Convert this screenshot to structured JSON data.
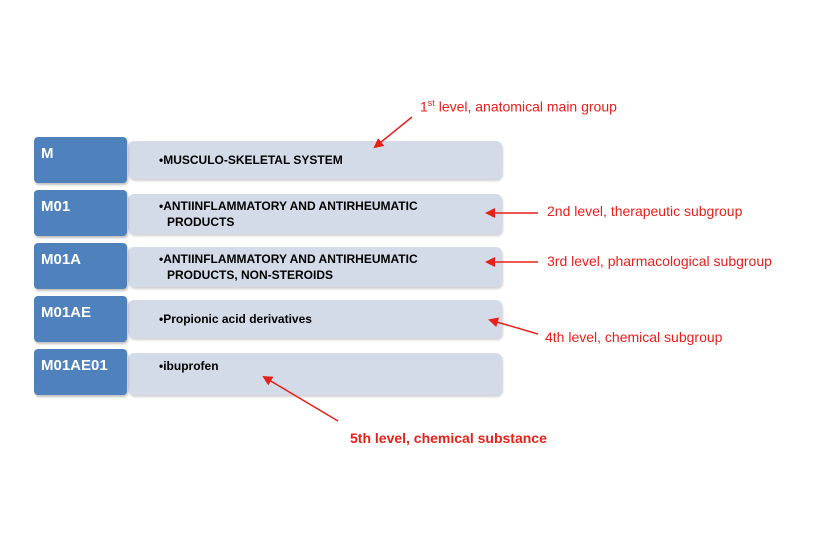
{
  "levels": [
    {
      "code": "M",
      "lines": [
        "•MUSCULO-SKELETAL SYSTEM"
      ]
    },
    {
      "code": "M01",
      "lines": [
        "•ANTIINFLAMMATORY AND ANTIRHEUMATIC",
        "PRODUCTS"
      ]
    },
    {
      "code": "M01A",
      "lines": [
        "•ANTIINFLAMMATORY AND ANTIRHEUMATIC",
        "PRODUCTS, NON-STEROIDS"
      ]
    },
    {
      "code": "M01AE",
      "lines": [
        "•Propionic acid derivatives"
      ]
    },
    {
      "code": "M01AE01",
      "lines": [
        "•ibuprofen"
      ]
    }
  ],
  "annotations": {
    "level1_prefix": "1",
    "level1_sup": "st",
    "level1_suffix": " level, anatomical main group",
    "level2": "2nd level, therapeutic subgroup",
    "level3": "3rd level, pharmacological subgroup",
    "level4": "4th level, chemical subgroup",
    "level5": "5th level, chemical substance"
  },
  "colors": {
    "code_box": "#4f81bd",
    "desc_box": "#d3dbe9",
    "annotation": "#e8201a"
  }
}
